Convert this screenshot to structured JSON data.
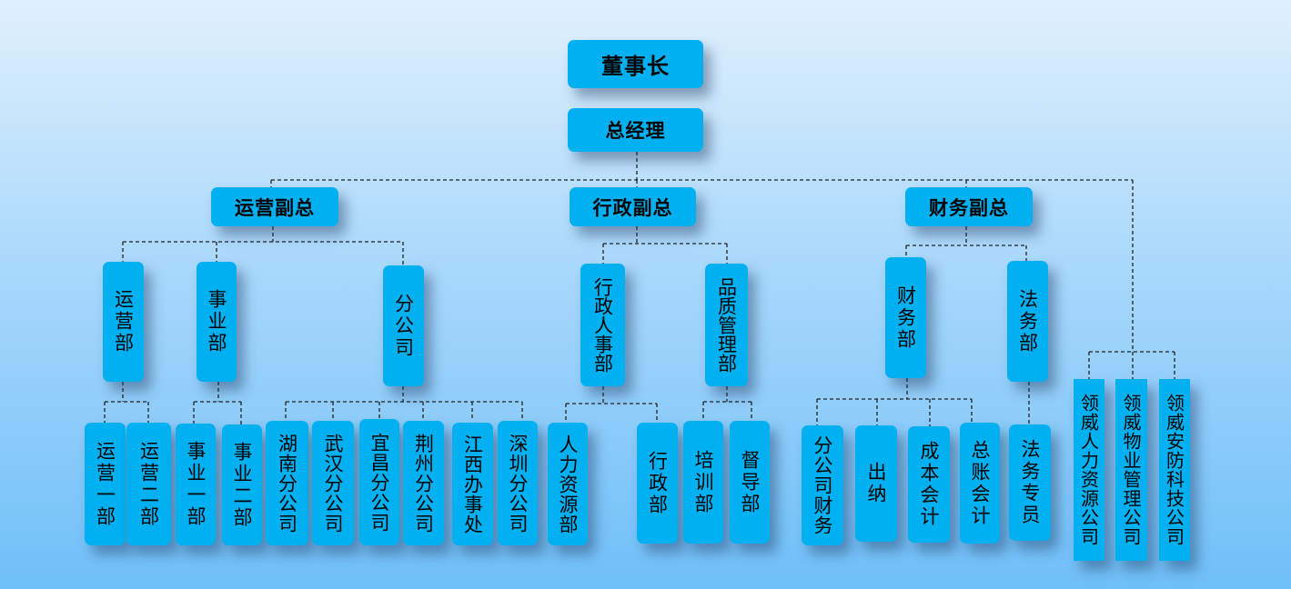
{
  "top": {
    "chairman": "董事长",
    "gm": "总经理"
  },
  "vps": {
    "ops": "运营副总",
    "admin": "行政副总",
    "finance": "财务副总"
  },
  "depts": {
    "ops_dept": "运营部",
    "biz_dept": "事业部",
    "branch": "分公司",
    "hr_admin": "行政人事部",
    "quality": "品质管理部",
    "finance_dept": "财务部",
    "legal_dept": "法务部"
  },
  "subsidiaries": [
    "领威人力资源公司",
    "领威物业管理公司",
    "领威安防科技公司"
  ],
  "units": {
    "ops1": "运营一部",
    "ops2": "运营二部",
    "biz1": "事业一部",
    "biz2": "事业二部",
    "branches": [
      "湖南分公司",
      "武汉分公司",
      "宜昌分公司",
      "荆州分公司",
      "江西办事处",
      "深圳分公司"
    ],
    "hr": "人力资源部",
    "admin": "行政部",
    "training": "培训部",
    "supervision": "督导部",
    "branch_finance": "分公司财务",
    "cashier": "出纳",
    "cost_acct": "成本会计",
    "gl_acct": "总账会计",
    "legal_staff": "法务专员"
  },
  "colors": {
    "box": "#00b0f0",
    "line": "#222222"
  }
}
